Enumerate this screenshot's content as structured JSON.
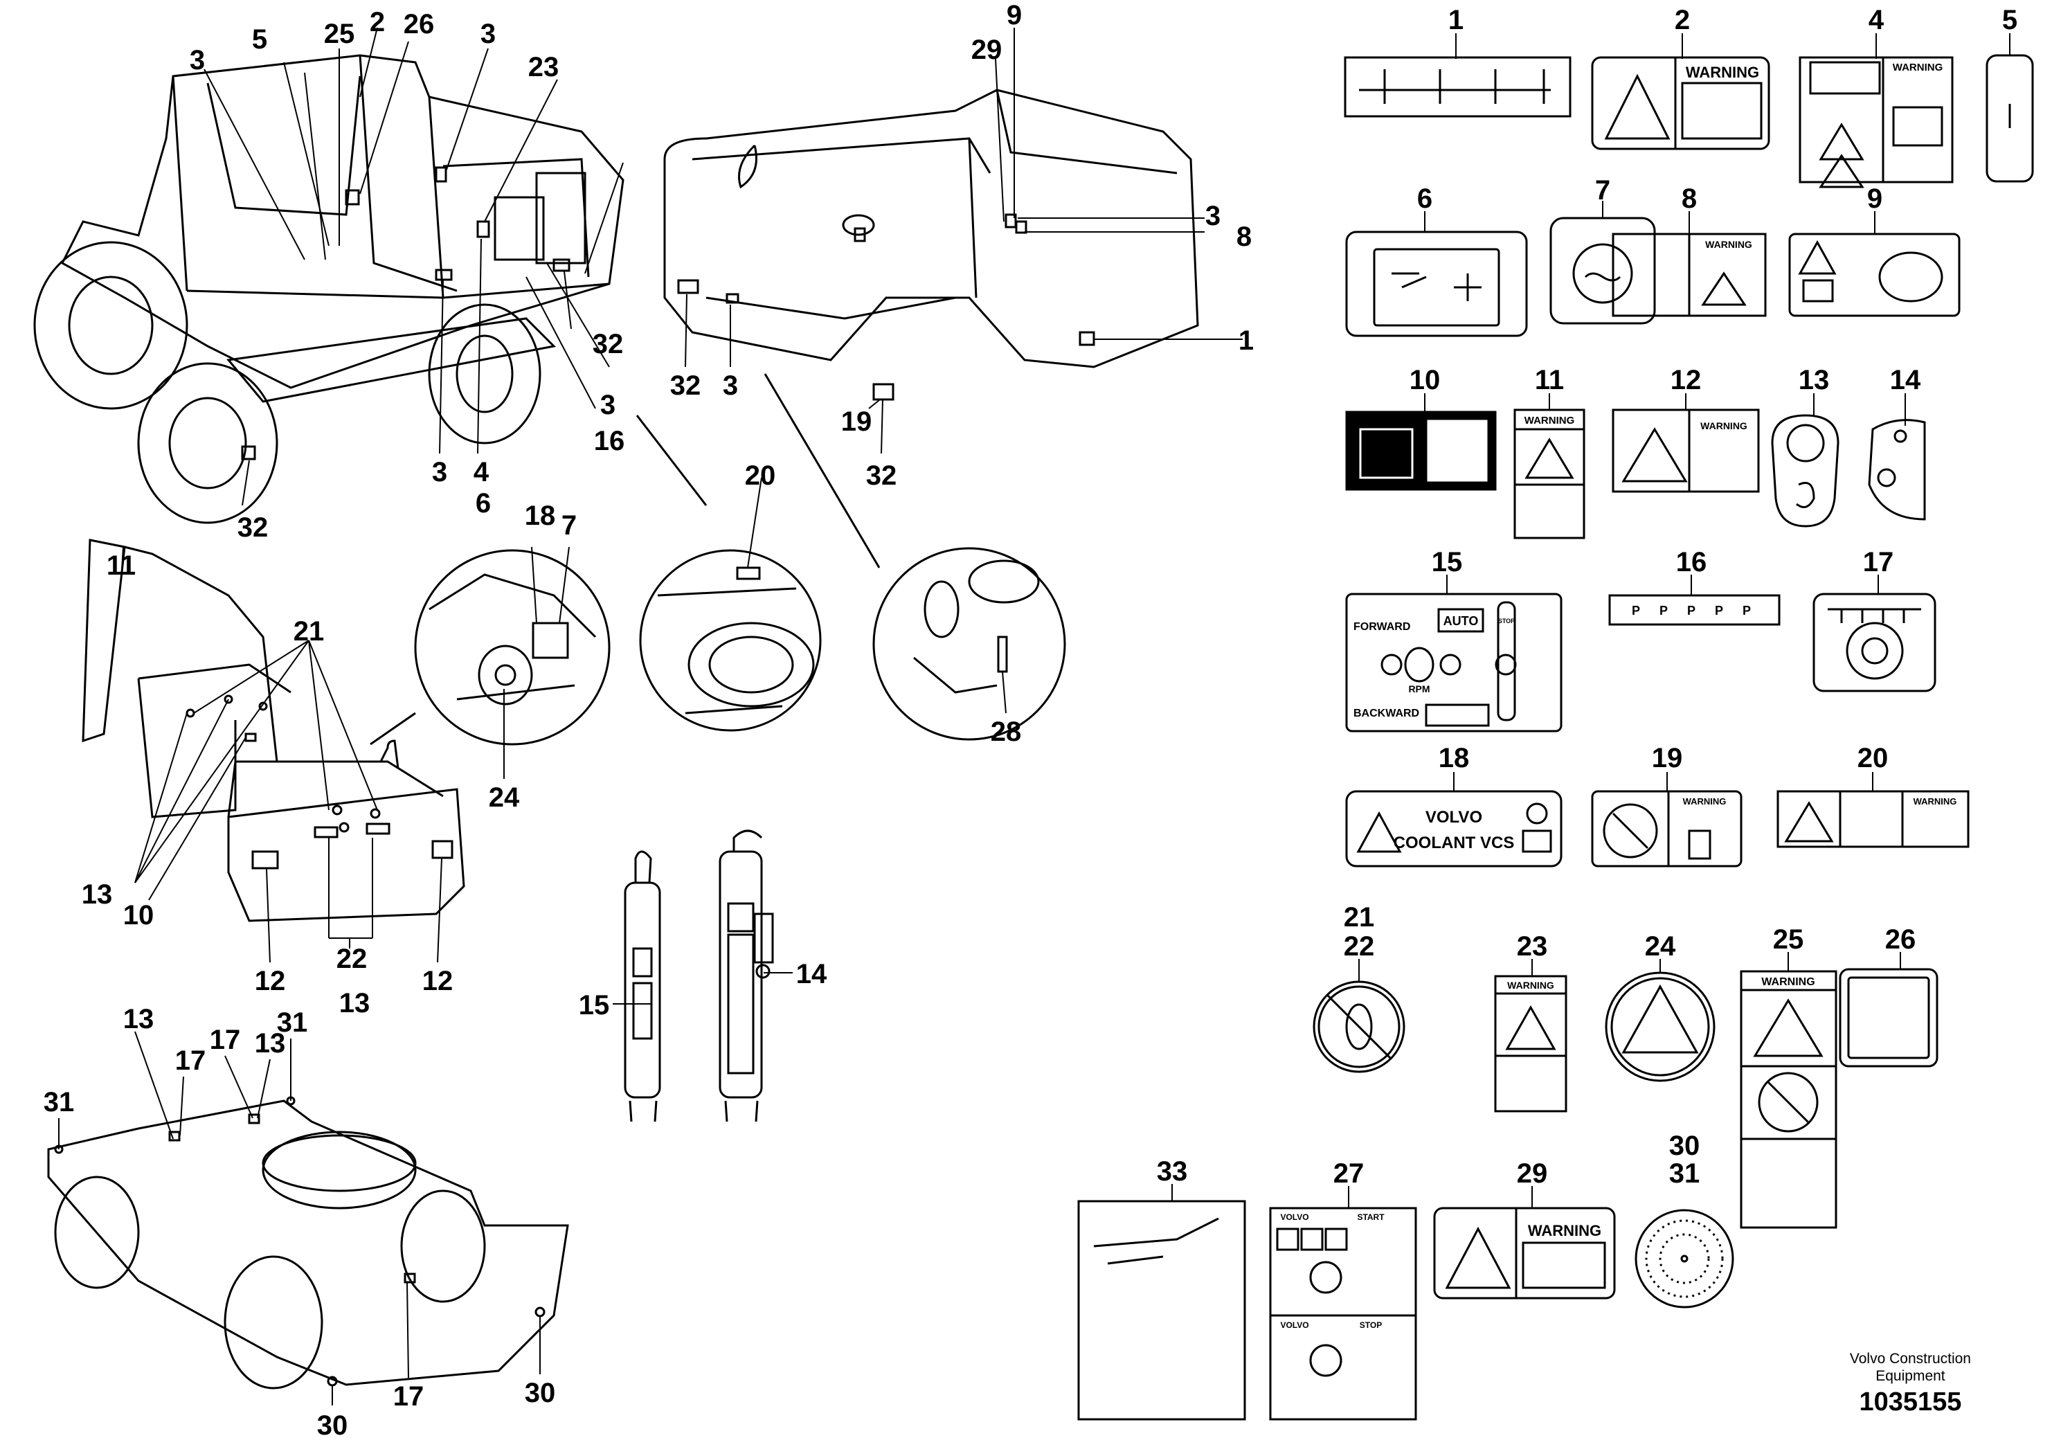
{
  "callouts": {
    "n1": "1",
    "n2": "2",
    "n3": "3",
    "n4": "4",
    "n5": "5",
    "n6": "6",
    "n7": "7",
    "n8": "8",
    "n9": "9",
    "n10": "10",
    "n11": "11",
    "n12": "12",
    "n13": "13",
    "n14": "14",
    "n15": "15",
    "n16": "16",
    "n17": "17",
    "n18": "18",
    "n19": "19",
    "n20": "20",
    "n21": "21",
    "n22": "22",
    "n23": "23",
    "n24": "24",
    "n25": "25",
    "n26": "26",
    "n27": "27",
    "n28": "28",
    "n29": "29",
    "n30": "30",
    "n31": "31",
    "n32": "32",
    "n33": "33"
  },
  "decal_text": {
    "warning": "WARNING",
    "auto": "AUTO",
    "forward": "FORWARD",
    "backward": "BACKWARD",
    "rpm": "RPM",
    "stop": "STOP",
    "volvo": "VOLVO",
    "coolant": "COOLANT VCS",
    "start": "START",
    "p": "P"
  },
  "footer": {
    "company_line1": "Volvo Construction",
    "company_line2": "Equipment",
    "drawing_number": "1035155"
  }
}
